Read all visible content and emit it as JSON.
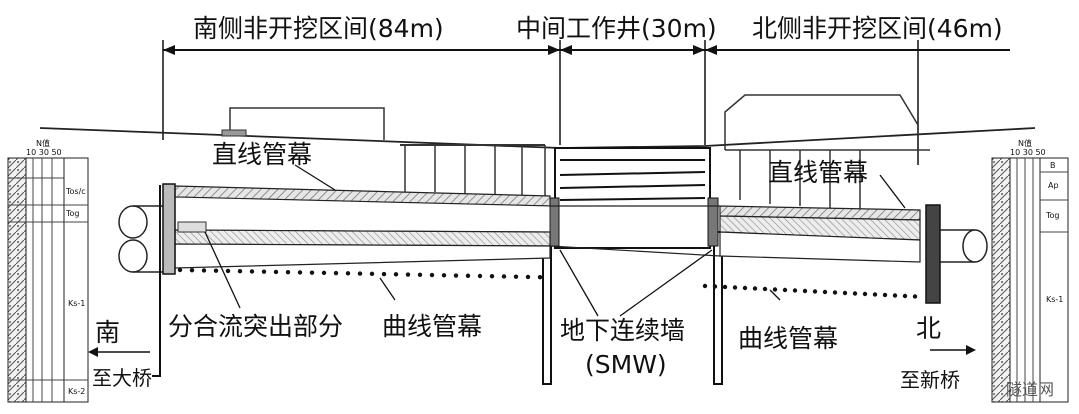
{
  "sections": {
    "south": "南侧非开挖区间(84m)",
    "middle": "中间工作井(30m)",
    "north": "北侧非开挖区间(46m)"
  },
  "labels": {
    "straight_left": "直线管幕",
    "straight_right": "直线管幕",
    "branch": "分合流突出部分",
    "curve_left": "曲线管幕",
    "wall": "地下连续墙",
    "smw": "(SMW)",
    "curve_right": "曲线管幕",
    "south_dir": "南",
    "south_dest": "至大桥",
    "north_dir": "北",
    "north_dest": "至新桥"
  },
  "boreholes": {
    "left": {
      "n_value": "N值",
      "scale": "10 30 50",
      "layers": [
        "Tos/c",
        "Tog",
        "Ks-1",
        "Ks-2"
      ]
    },
    "right": {
      "n_value": "N值",
      "scale": "10 30 50",
      "layers": [
        "B",
        "Ap",
        "Tog",
        "Ks-1"
      ]
    }
  },
  "watermark": "隧道网",
  "colors": {
    "ink": "#111111",
    "hatch": "#7a7a7a",
    "bg": "#ffffff"
  }
}
